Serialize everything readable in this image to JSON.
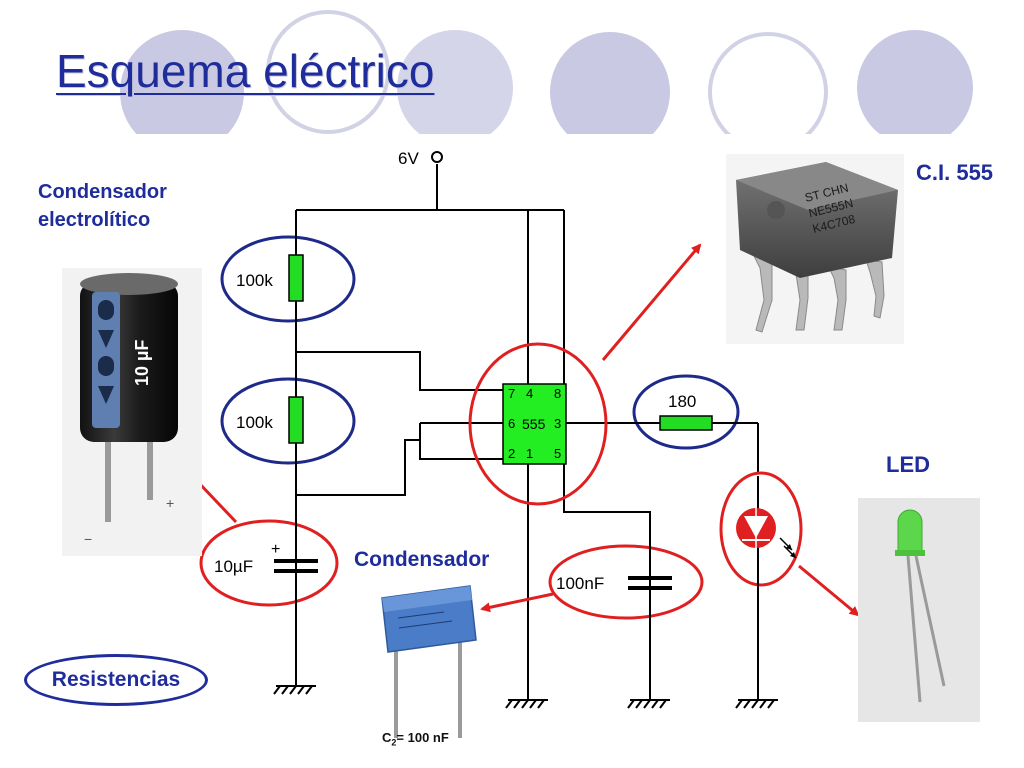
{
  "slide": {
    "title": "Esquema eléctrico"
  },
  "labels": {
    "condensador_electrolitico_line1": "Condensador",
    "condensador_electrolitico_line2": "electrolítico",
    "ci555": "C.I. 555",
    "led": "LED",
    "condensador": "Condensador",
    "resistencias": "Resistencias"
  },
  "footnote": {
    "prefix": "C",
    "subscript": "2",
    "suffix": "= 100 nF"
  },
  "circuit": {
    "supply": "6V",
    "r1": "100k",
    "r2": "100k",
    "r3": "180",
    "c1": "10µF",
    "c1_plus": "+",
    "c2": "100nF",
    "ic_name": "555",
    "ic_pins_top": [
      "7",
      "4",
      "8"
    ],
    "ic_pins_mid": [
      "6",
      "3"
    ],
    "ic_pins_bottom": [
      "2",
      "1",
      "5"
    ]
  },
  "photos": {
    "electrolytic_marking": "10 µF",
    "electrolytic_plus": "+",
    "electrolytic_minus": "−",
    "chip_marking_line1": "ST CHN",
    "chip_marking_line2": "NE555N",
    "chip_marking_line3": "K4C708"
  },
  "colors": {
    "title_blue": "#1f2c9c",
    "ellipse_blue": "#1e2a8a",
    "ellipse_red": "#e02020",
    "arrow_red": "#e02020",
    "component_green": "#22dd22",
    "deco_circle": "#c9c9e3"
  }
}
